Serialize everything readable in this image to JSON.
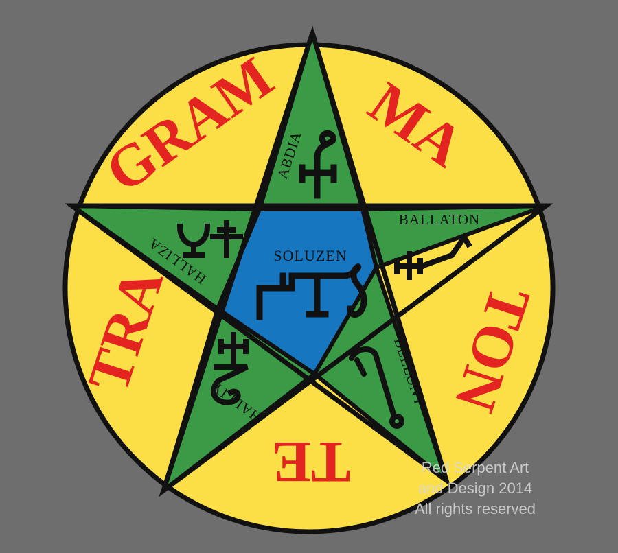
{
  "colors": {
    "background": "#6e6e6e",
    "circle_fill": "#fcdf47",
    "star_points": "#3a9a45",
    "center": "#1676c0",
    "outline": "#111111",
    "big_text": "#e32420",
    "watermark": "#d9d9d9"
  },
  "outer_words": {
    "top_left": "GRAM",
    "top_right": "MA",
    "right": "TON",
    "bottom": "TE",
    "left": "TRA"
  },
  "point_names": {
    "top": "ABDIA",
    "right": "BALLATON",
    "lower_right": "BELLONY",
    "lower_left": "HALLIY",
    "left": "HALLIZA"
  },
  "center_name": "SOLUZEN",
  "watermark": {
    "line1": "Red Serpent Art",
    "line2": "and Design 2014",
    "line3": "All rights reserved"
  },
  "icons": [
    "abdia-sigil-icon",
    "ballaton-sigil-icon",
    "bellony-sigil-icon",
    "halliy-sigil-icon",
    "halliza-sigil-icon",
    "soluzen-sigil-icon"
  ]
}
